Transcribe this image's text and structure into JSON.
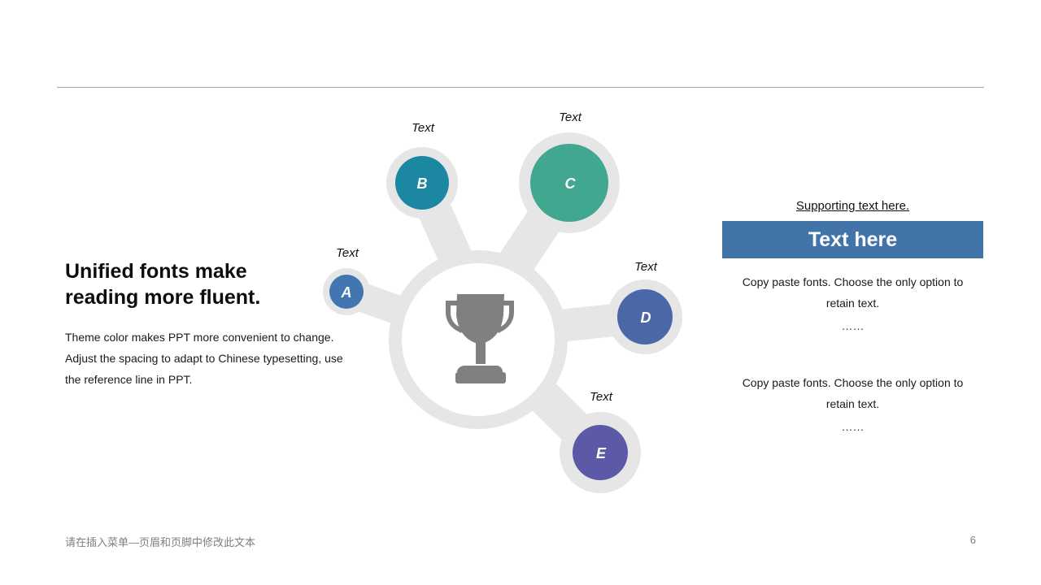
{
  "left": {
    "headline": "Unified fonts make\nreading more fluent.",
    "body": "Theme color makes PPT more convenient to change.\nAdjust the spacing to adapt to Chinese typesetting, use\nthe reference line in PPT."
  },
  "diagram": {
    "center_icon": "trophy-icon",
    "nodes": [
      {
        "letter": "A",
        "label": "Text",
        "color": "#4276b0"
      },
      {
        "letter": "B",
        "label": "Text",
        "color": "#1b87a1"
      },
      {
        "letter": "C",
        "label": "Text",
        "color": "#42a791"
      },
      {
        "letter": "D",
        "label": "Text",
        "color": "#4a67a8"
      },
      {
        "letter": "E",
        "label": "Text",
        "color": "#5c5aa6"
      }
    ],
    "connector_color": "#e6e6e6",
    "icon_color": "#808080"
  },
  "right": {
    "supporting": "Supporting text here.",
    "banner": "Text here",
    "banner_color": "#4274aa",
    "paragraphs": [
      {
        "text": "Copy paste fonts. Choose the only option to retain text.",
        "ellipsis": "……"
      },
      {
        "text": "Copy paste fonts. Choose the only option to retain text.",
        "ellipsis": "……"
      }
    ]
  },
  "footer": {
    "text": "请在插入菜单—页眉和页脚中修改此文本",
    "page_number": "6"
  }
}
